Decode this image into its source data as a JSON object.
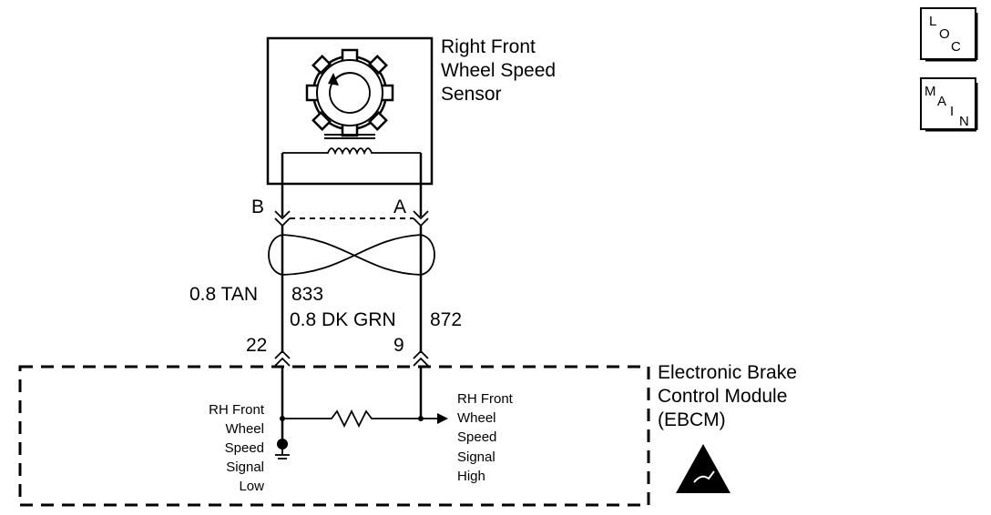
{
  "sensor": {
    "title_lines": [
      "Right Front",
      "Wheel Speed",
      "Sensor"
    ],
    "terminal_left": "B",
    "terminal_right": "A"
  },
  "wires": {
    "left_gauge_color": "0.8 TAN",
    "left_circuit": "833",
    "right_gauge_color": "0.8 DK GRN",
    "right_circuit": "872",
    "left_pin": "22",
    "right_pin": "9"
  },
  "module": {
    "title_lines": [
      "Electronic Brake",
      "Control Module",
      "(EBCM)"
    ],
    "left_signal_lines": [
      "RH Front",
      "Wheel",
      "Speed",
      "Signal",
      "Low"
    ],
    "right_signal_lines": [
      "RH Front",
      "Wheel",
      "Speed",
      "Signal",
      "High"
    ]
  },
  "buttons": {
    "loc": {
      "chars": [
        "L",
        "O",
        "C"
      ]
    },
    "main": {
      "chars": [
        "M",
        "A",
        "I",
        "N"
      ]
    }
  }
}
